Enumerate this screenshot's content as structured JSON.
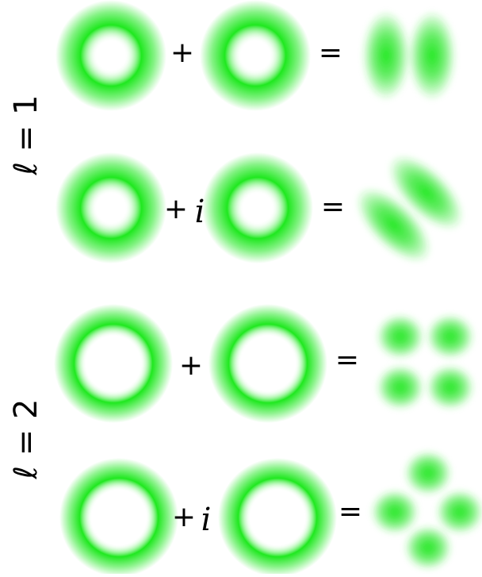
{
  "labels": {
    "row_group_1": "ℓ = 1",
    "row_group_2": "ℓ = 2"
  },
  "operators": {
    "plus": "+",
    "plus_i": "+",
    "i": "i",
    "equals": "="
  },
  "colors": {
    "beam_green": "#1fe81f",
    "background": "#ffffff",
    "text": "#000000"
  },
  "rows": [
    {
      "group": 1,
      "operator": "plus",
      "result": "two-lobes-vertical-split"
    },
    {
      "group": 1,
      "operator": "plus_i",
      "result": "two-lobes-diagonal-split"
    },
    {
      "group": 2,
      "operator": "plus",
      "result": "four-lobes-square"
    },
    {
      "group": 2,
      "operator": "plus_i",
      "result": "four-lobes-diamond"
    }
  ]
}
